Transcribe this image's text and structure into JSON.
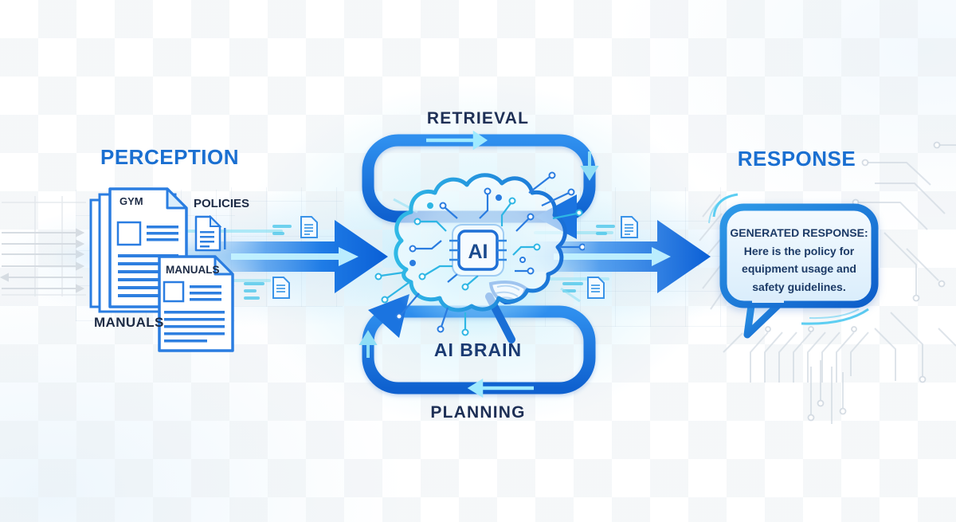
{
  "colors": {
    "heading_blue": "#1a6fd1",
    "navy_text": "#1e2f55",
    "arrow_blue": "#1173e6",
    "arrow_blue_deep": "#0a5fd6",
    "cyan_accent": "#46c5ea",
    "doc_outline_blue": "#2a7de1",
    "bubble_border_blue": "#1470d8",
    "trace_gray": "#d3dbe3"
  },
  "perception": {
    "title": "PERCEPTION",
    "gym_doc_label": "GYM",
    "policies_label": "POLICIES",
    "manuals_doc_label": "MANUALS",
    "manuals_label": "MANUALS"
  },
  "core": {
    "retrieval_label": "RETRIEVAL",
    "ai_chip_label": "AI",
    "brain_label": "AI BRAIN",
    "planning_label": "PLANNING"
  },
  "response": {
    "title": "RESPONSE",
    "bubble_lines": [
      "GENERATED RESPONSE:",
      "Here is the policy for",
      "equipment usage and",
      "safety guidelines."
    ]
  }
}
